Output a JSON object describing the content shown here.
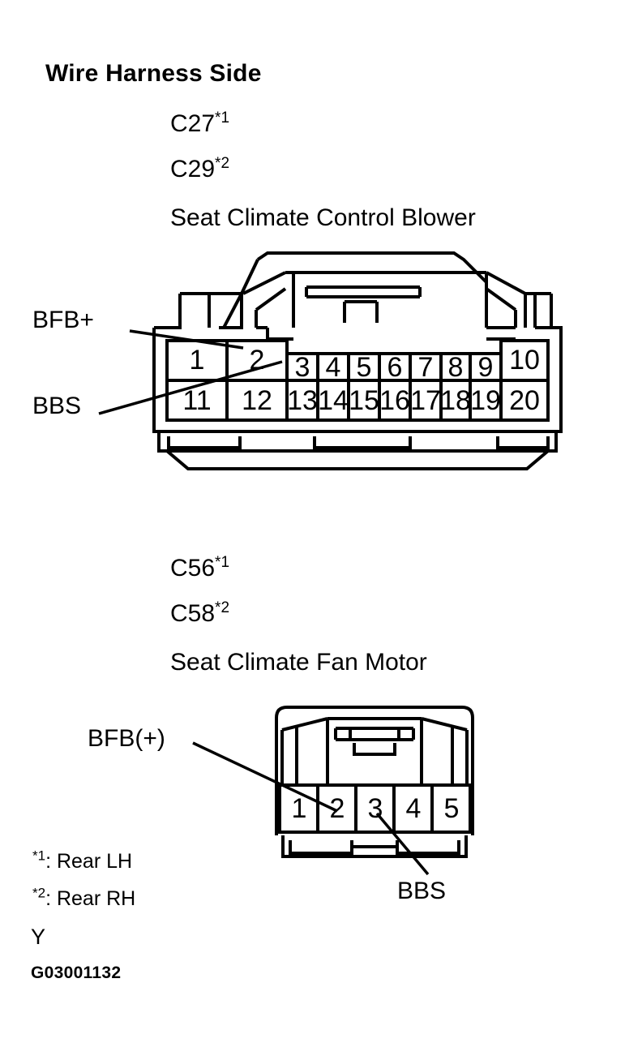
{
  "page": {
    "heading": "Wire Harness Side",
    "figure_id": "G03001132",
    "y_code": "Y"
  },
  "connectors": [
    {
      "id": "seat-climate-control-blower",
      "code_lh": "C27",
      "code_lh_note": "*1",
      "code_rh": "C29",
      "code_rh_note": "*2",
      "name": "Seat Climate Control Blower",
      "pin_count": 20,
      "pin_rows": [
        [
          "1",
          "2",
          "3",
          "4",
          "5",
          "6",
          "7",
          "8",
          "9",
          "10"
        ],
        [
          "11",
          "12",
          "13",
          "14",
          "15",
          "16",
          "17",
          "18",
          "19",
          "20"
        ]
      ],
      "callouts": [
        {
          "label": "BFB+",
          "pin": "2"
        },
        {
          "label": "BBS",
          "pin": "3"
        }
      ]
    },
    {
      "id": "seat-climate-fan-motor",
      "code_lh": "C56",
      "code_lh_note": "*1",
      "code_rh": "C58",
      "code_rh_note": "*2",
      "name": "Seat Climate Fan Motor",
      "pin_count": 5,
      "pin_rows": [
        [
          "1",
          "2",
          "3",
          "4",
          "5"
        ]
      ],
      "callouts": [
        {
          "label": "BFB(+)",
          "pin": "2"
        },
        {
          "label": "BBS",
          "pin": "3"
        }
      ]
    }
  ],
  "footnotes": [
    {
      "marker": "*1",
      "text": ": Rear LH"
    },
    {
      "marker": "*2",
      "text": ": Rear RH"
    }
  ],
  "colors": {
    "line": "#000000",
    "background": "#ffffff"
  }
}
